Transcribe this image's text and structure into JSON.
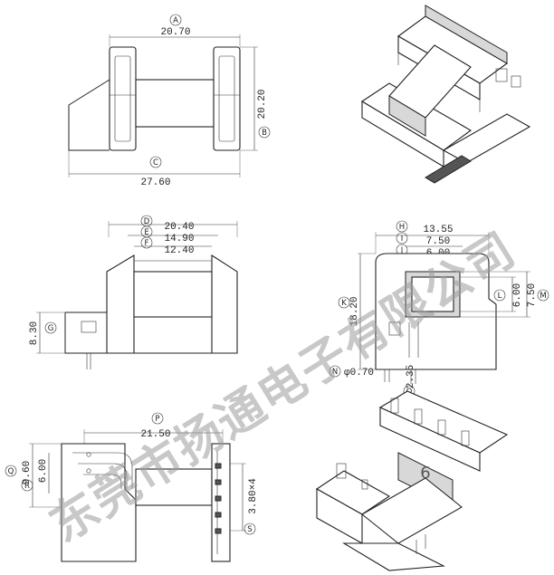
{
  "dimensions": {
    "A": "20.70",
    "B": "20.20",
    "C": "27.60",
    "D": "20.40",
    "E": "14.90",
    "F": "12.40",
    "G": "8.30",
    "H": "13.55",
    "I": "7.50",
    "J": "6.00",
    "K": "18.20",
    "L": "6.00",
    "M": "7.50",
    "N": "φ0.70",
    "O": "2.35",
    "P": "21.50",
    "Q": "9.60",
    "R": "6.00",
    "S": "3.80×4"
  },
  "labels": {
    "A": "A",
    "B": "B",
    "C": "C",
    "D": "D",
    "E": "E",
    "F": "F",
    "G": "G",
    "H": "H",
    "I": "I",
    "J": "J",
    "K": "K",
    "L": "L",
    "M": "M",
    "N": "N",
    "O": "O",
    "P": "P",
    "Q": "Q",
    "R": "R",
    "S": "S"
  },
  "watermark": "东莞市扬通电子有限公司",
  "pin_count_badge": "6"
}
